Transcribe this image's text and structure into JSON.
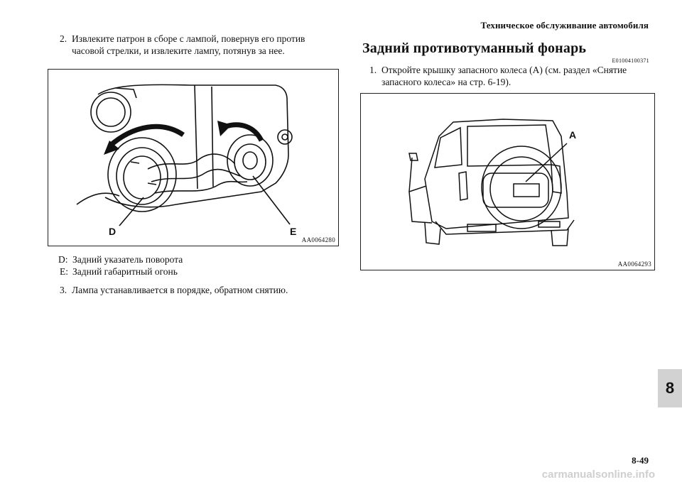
{
  "header": {
    "title": "Техническое обслуживание автомобиля"
  },
  "left_column": {
    "step2": {
      "number": "2.",
      "line1": "Извлеките патрон в сборе с лампой, повернув его против",
      "line2": "часовой стрелки, и извлеките лампу, потянув за нее."
    },
    "figure1": {
      "code": "AA0064280",
      "label_d": "D",
      "label_e": "E"
    },
    "legend": [
      {
        "key": "D:",
        "text": "Задний указатель поворота"
      },
      {
        "key": "E:",
        "text": "Задний габаритный огонь"
      }
    ],
    "step3": {
      "number": "3.",
      "text": "Лампа устанавливается в порядке, обратном снятию."
    }
  },
  "right_column": {
    "section_title": "Задний противотуманный фонарь",
    "section_code": "E01004100371",
    "step1": {
      "number": "1.",
      "line1": "Откройте крышку запасного колеса (A) (см. раздел «Снятие",
      "line2": "запасного колеса» на стр. 6-19)."
    },
    "figure2": {
      "code": "AA0064293",
      "label_a": "A"
    }
  },
  "chapter_tab": "8",
  "page_number": "8-49",
  "watermark": "carmanualsonline.info"
}
